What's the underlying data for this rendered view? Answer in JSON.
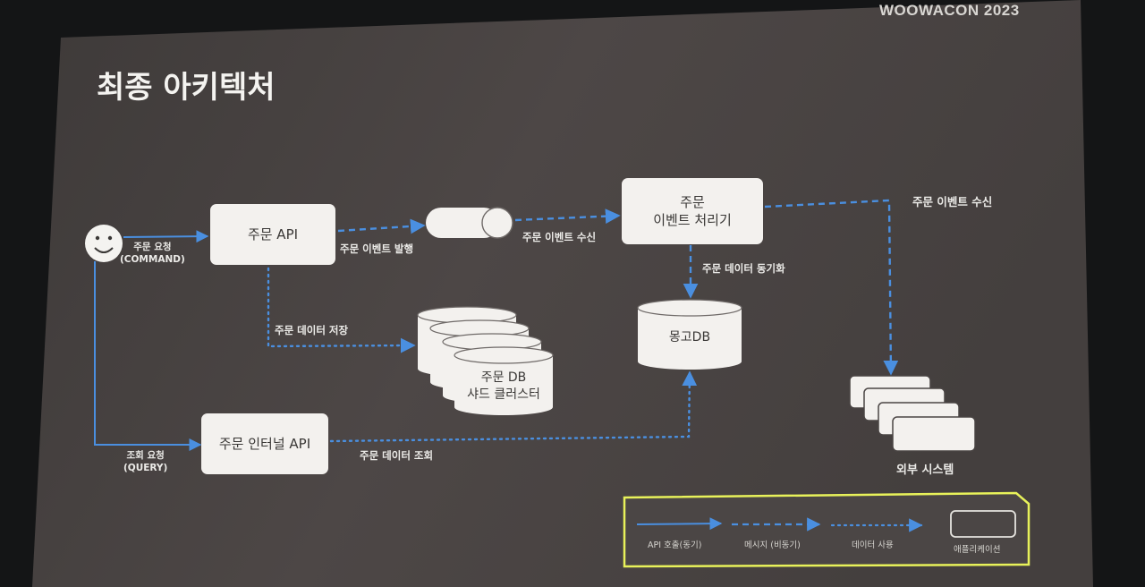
{
  "brand": "WOOWACON 2023",
  "title": "최종 아키텍처",
  "nodes": {
    "order_api": "주문 API",
    "order_internal_api": "주문 인터널 API",
    "event_processor_line1": "주문",
    "event_processor_line2": "이벤트 처리기",
    "mongo_db": "몽고DB",
    "order_db_line1": "주문 DB",
    "order_db_line2": "샤드 클러스터",
    "external_system": "외부 시스템"
  },
  "edges": {
    "order_request_line1": "주문 요청",
    "order_request_line2": "(COMMAND)",
    "query_request_line1": "조회 요청",
    "query_request_line2": "(QUERY)",
    "event_publish": "주문 이벤트 발행",
    "event_receive": "주문 이벤트 수신",
    "event_receive_external": "주문 이벤트 수신",
    "data_sync": "주문 데이터 동기화",
    "data_store": "주문 데이터 저장",
    "data_query": "주문 데이터 조회"
  },
  "legend": {
    "api_call": "API 호출(동기)",
    "message": "메시지 (비동기)",
    "data_use": "데이터 사용",
    "application": "애플리케이션"
  },
  "colors": {
    "arrow": "#4a8fe0",
    "box": "#f3f1ee",
    "legend_border": "#e8f25a",
    "slide_bg": "#4a4544"
  }
}
